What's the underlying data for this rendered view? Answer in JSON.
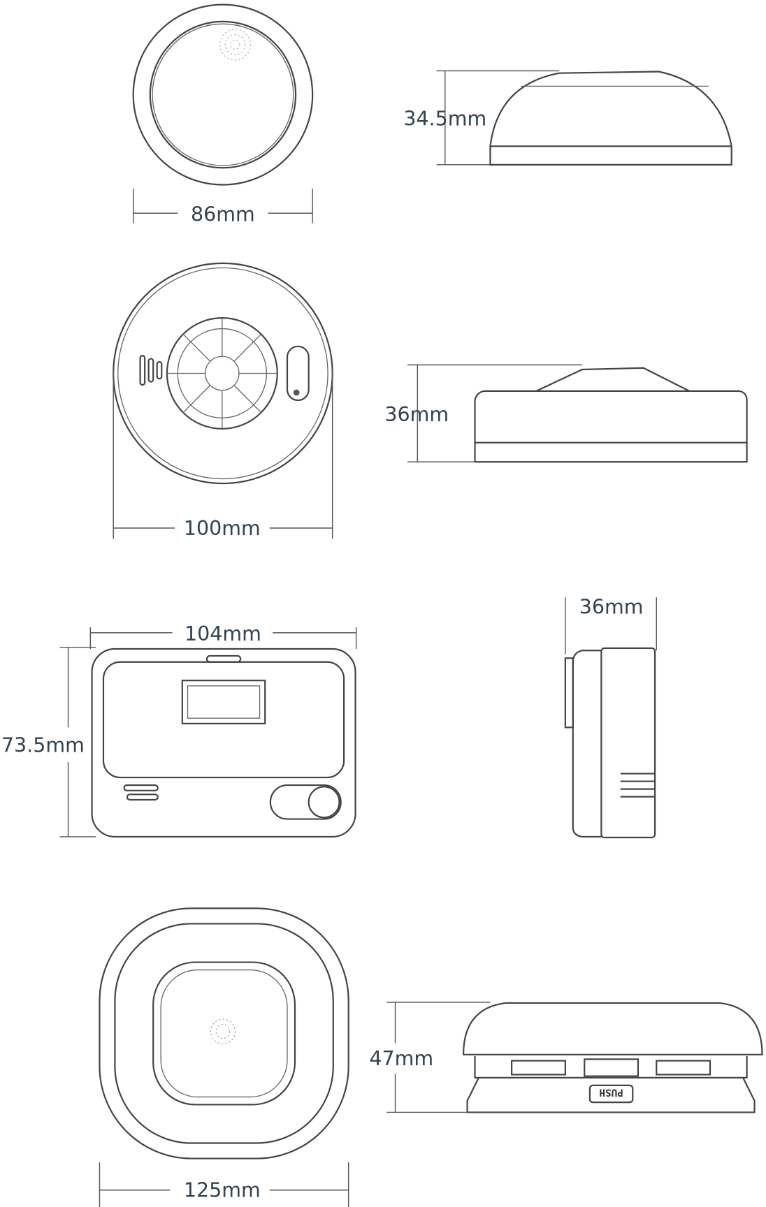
{
  "views": [
    {
      "name": "round-alarm-86",
      "width_label": "86mm",
      "height_label": "34.5mm"
    },
    {
      "name": "heat-alarm-100",
      "width_label": "100mm",
      "height_label": "36mm"
    },
    {
      "name": "co-alarm-104",
      "width_label": "104mm",
      "height_label": "73.5mm",
      "depth_label": "36mm"
    },
    {
      "name": "square-alarm-125",
      "width_label": "125mm",
      "height_label": "47mm",
      "push_label": "PUSH"
    }
  ],
  "colors": {
    "text": "#34434f",
    "line": "#444444"
  }
}
